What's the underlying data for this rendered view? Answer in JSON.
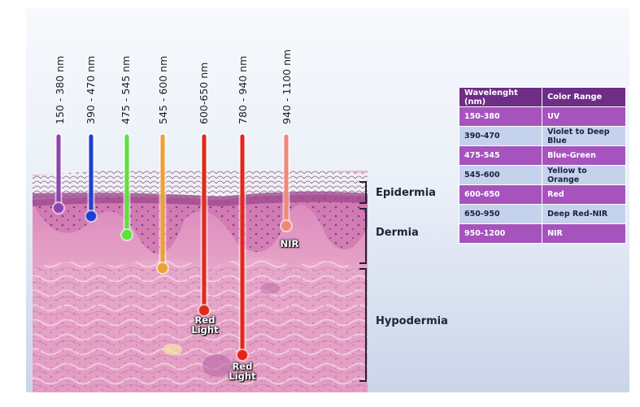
{
  "wavelengths": [
    {
      "label": "150 - 380 nm",
      "color": "#8e44ad"
    },
    {
      "label": "390 - 470 nm",
      "color": "#1f3fd1"
    },
    {
      "label": "475 - 545 nm",
      "color": "#5fe03a"
    },
    {
      "label": "545 - 600 nm",
      "color": "#f0a030"
    },
    {
      "label": "600-650 nm",
      "color": "#e02a1a"
    },
    {
      "label": "780 - 940 nm",
      "color": "#e82418"
    },
    {
      "label": "940 - 1100 nm",
      "color": "#f08878"
    }
  ],
  "beam_labels": {
    "red_light_1": "Red\nLight",
    "red_light_2": "Red\nLight",
    "nir": "NIR"
  },
  "layers": {
    "epidermia": "Epidermia",
    "dermia": "Dermia",
    "hypodermia": "Hypodermia"
  },
  "table": {
    "headers": [
      "Wavelenght (nm)",
      "Color Range"
    ],
    "rows": [
      [
        "150-380",
        "UV"
      ],
      [
        "390-470",
        "Violet to Deep Blue"
      ],
      [
        "475-545",
        "Blue-Green"
      ],
      [
        "545-600",
        "Yellow to Orange"
      ],
      [
        "600-650",
        "Red"
      ],
      [
        "650-950",
        "Deep Red-NIR"
      ],
      [
        "950-1200",
        "NIR"
      ]
    ]
  },
  "colors": {
    "table_header": "#6e2d86",
    "table_row_purple": "#a653bd",
    "table_row_blue": "#c5d2ec",
    "skin_pink": "#e7a6c8",
    "bracket": "#1d2433"
  }
}
